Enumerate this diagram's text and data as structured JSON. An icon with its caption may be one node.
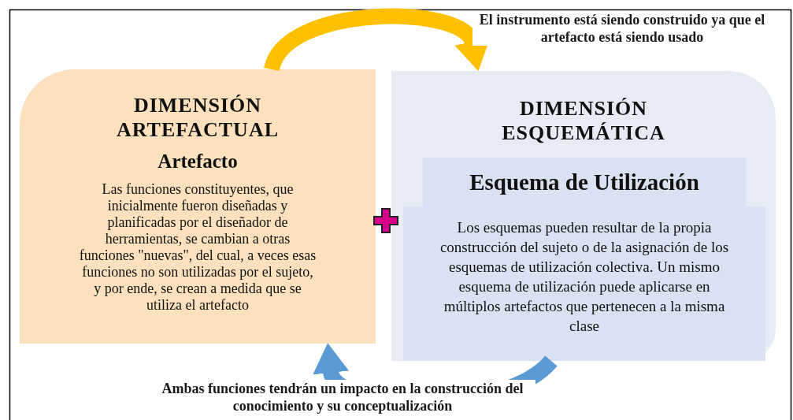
{
  "diagram": {
    "nodes": [
      {
        "text": [
          "DIMENSIÓN ARTEFACTUAL",
          "Artefacto",
          "Las funciones constituyentes, que inicialmente fueron diseñadas y planificadas por el diseñador de herramientas, se cambian a otras funciones \"nuevas\", del cual, a veces esas funciones no son utilizadas por el sujeto, y por ende, se crean a medida que se utiliza el artefacto"
        ]
      },
      {
        "text": [
          "DIMENSIÓN ESQUEMÁTICA"
        ]
      },
      {
        "text": [
          "Esquema de Utilización"
        ],
        "in": 1
      },
      {
        "in": 1,
        "text": [
          "Los esquemas pueden resultar de la propia construcción del sujeto o de la asignación de los esquemas de utilización colectiva. Un mismo esquema de utilización puede aplicarse en múltiplos artefactos que pertenecen a la misma clase"
        ]
      }
    ],
    "edges": [
      {
        "from": 0,
        "to": 1,
        "arrow": "to",
        "label": "El instrumento está siendo construido ya que el artefacto está siendo usado",
        "color": "#ffc000"
      },
      {
        "from": 3,
        "to": 0,
        "arrow": "to",
        "label": "Ambas funciones tendrán un impacto en la construcción del conocimiento y su conceptualización",
        "color": "#5b9bd5"
      }
    ]
  }
}
